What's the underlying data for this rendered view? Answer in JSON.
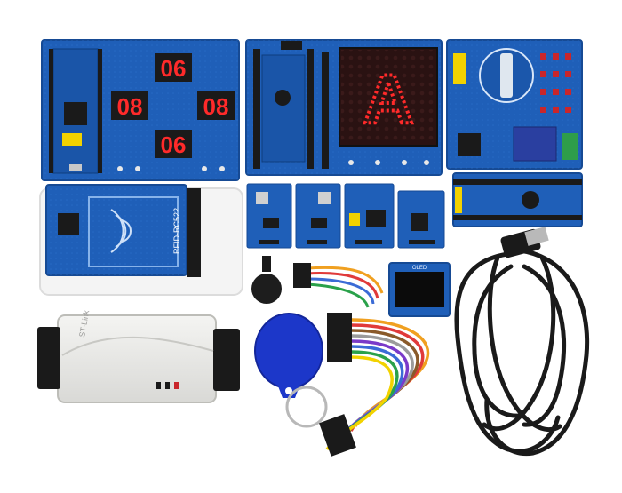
{
  "scene": {
    "description_hidden": "",
    "background": "#ffffff",
    "board_color": "#1f5fb8",
    "board_edge": "#164a94",
    "header_color": "#1a1a1a",
    "led_red": "#ff2a2a"
  },
  "seg_displays": {
    "top": "06",
    "left": "08",
    "right": "08",
    "bottom": "06"
  },
  "matrix": {
    "letter": "A"
  },
  "rfid": {
    "label": "RFID-RC522"
  },
  "stlink": {
    "label": "ST-Link"
  },
  "oled": {
    "label": "OLED"
  }
}
